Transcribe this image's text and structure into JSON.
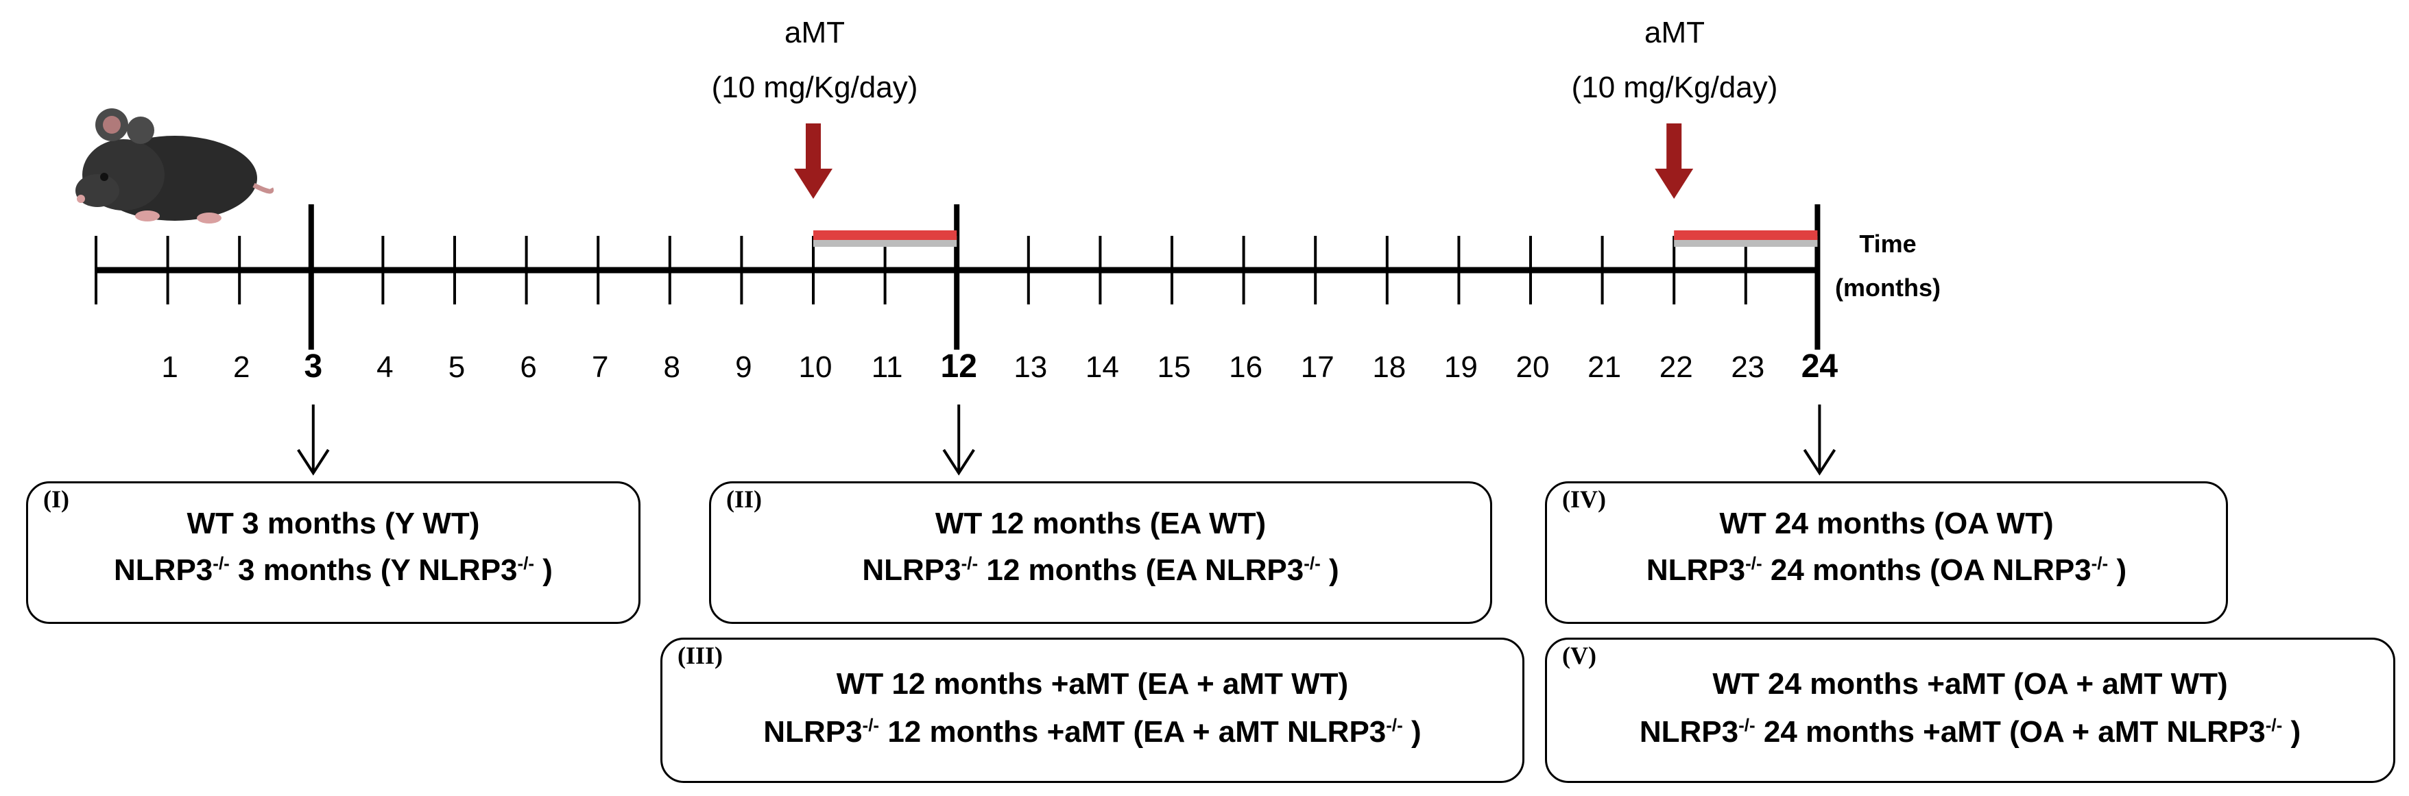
{
  "timeline": {
    "time_label_line1": "Time",
    "time_label_line2": "(months)",
    "months": [
      1,
      2,
      3,
      4,
      5,
      6,
      7,
      8,
      9,
      10,
      11,
      12,
      13,
      14,
      15,
      16,
      17,
      18,
      19,
      20,
      21,
      22,
      23,
      24
    ],
    "major_months": [
      3,
      12,
      24
    ],
    "treatment_periods": [
      {
        "start": 10,
        "end": 12,
        "color": "#e04040"
      },
      {
        "start": 22,
        "end": 24,
        "color": "#e04040"
      }
    ]
  },
  "treatments": [
    {
      "name": "aMT",
      "dose": "(10 mg/Kg/day)",
      "at_month": 10
    },
    {
      "name": "aMT",
      "dose": "(10 mg/Kg/day)",
      "at_month": 22
    }
  ],
  "colors": {
    "arrow": "#9b1c1c",
    "treatment_bar": "#e04040",
    "axis": "#000000"
  },
  "groups": [
    {
      "numeral": "(I)",
      "wt": "WT 3 months (Y WT)",
      "ko_prefix": "NLRP3",
      "ko_text": " 3 months (Y NLRP3",
      "ko_end": " )"
    },
    {
      "numeral": "(II)",
      "wt": "WT 12 months (EA WT)",
      "ko_prefix": "NLRP3",
      "ko_text": " 12 months (EA NLRP3",
      "ko_end": " )"
    },
    {
      "numeral": "(III)",
      "wt": "WT 12 months +aMT  (EA + aMT WT)",
      "ko_prefix": "NLRP3",
      "ko_text": " 12 months +aMT  (EA + aMT  NLRP3",
      "ko_end": " )"
    },
    {
      "numeral": "(IV)",
      "wt": "WT 24 months (OA WT)",
      "ko_prefix": "NLRP3",
      "ko_text": " 24 months (OA NLRP3",
      "ko_end": " )"
    },
    {
      "numeral": "(V)",
      "wt": "WT 24 months +aMT  (OA + aMT  WT)",
      "ko_prefix": "NLRP3",
      "ko_text": " 24 months +aMT  (OA + aMT  NLRP3",
      "ko_end": " )"
    }
  ],
  "knockout_superscript": "-/-"
}
